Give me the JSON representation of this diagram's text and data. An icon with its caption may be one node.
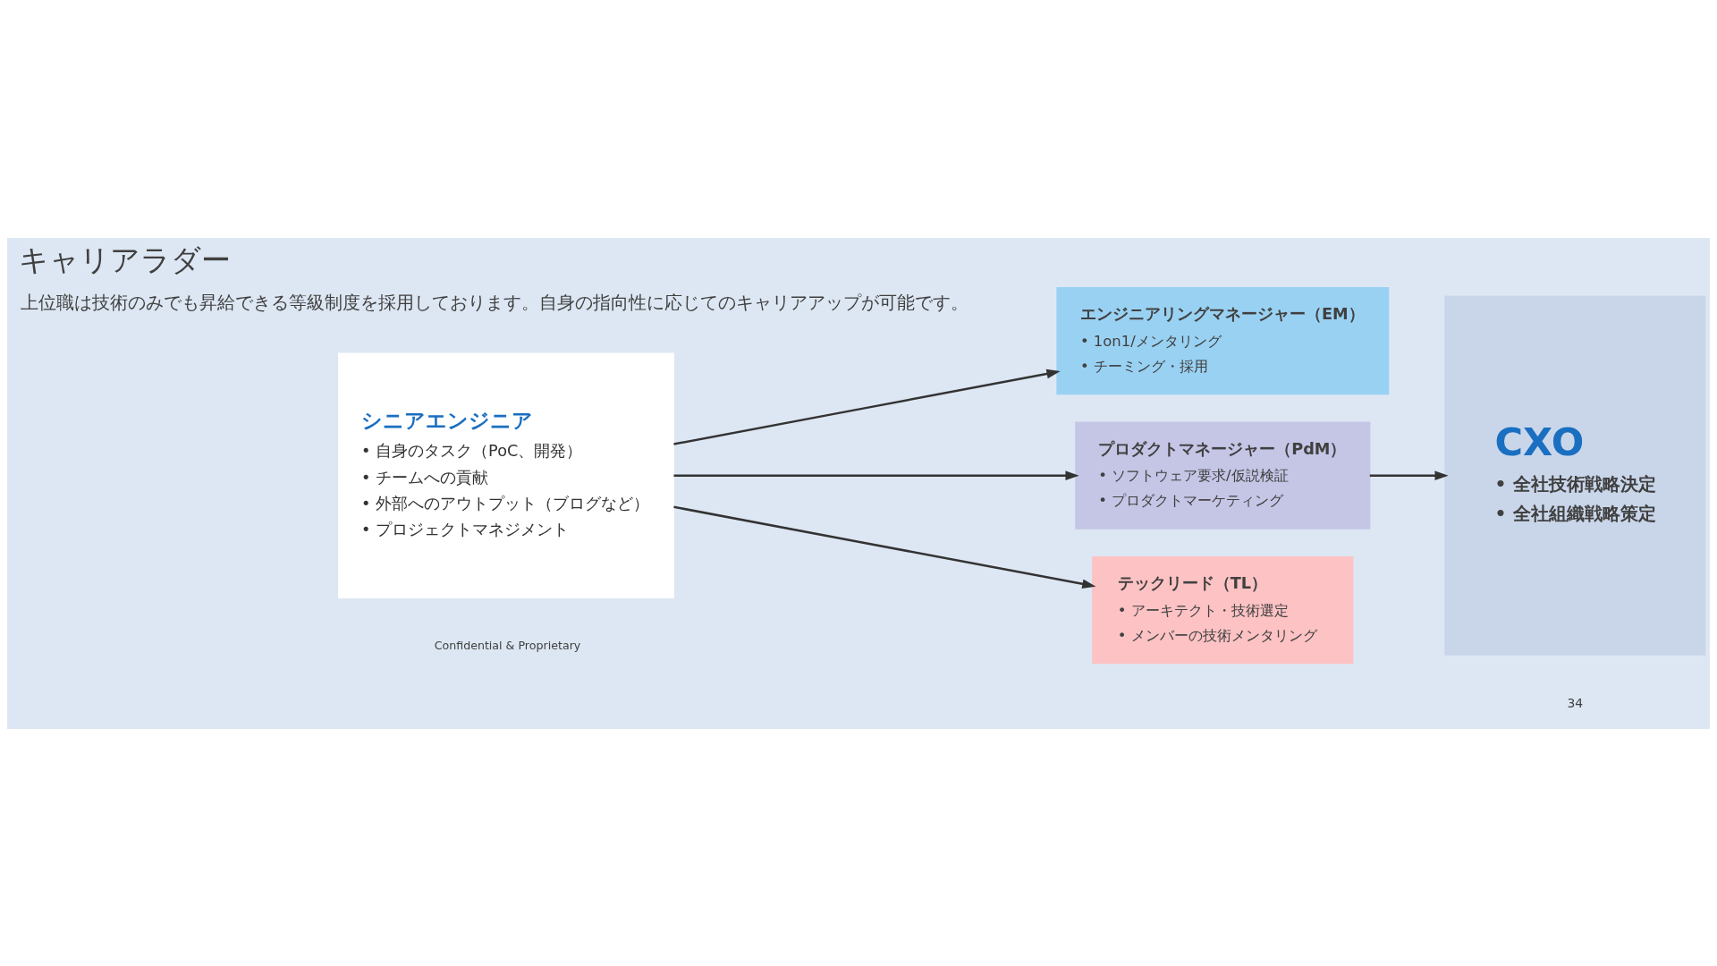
{
  "diagram": {
    "title": "キャリアラダー",
    "nodes": [
      {
        "text": [
          "シニアエンジニア",
          "• 自身のタスク（PoC、開発）",
          "• チームへの貢献",
          "• 外部へのアウトプット（ブログなど）",
          "• プロジェクトマネジメント"
        ]
      },
      {
        "text": [
          "エンジニアリングマネージャー（EM）",
          "• 1on1/メンタリング",
          "• チーミング・採用"
        ]
      },
      {
        "text": [
          "プロダクトマネージャー（PdM）",
          "• ソフトウェア要求/仮説検証",
          "• プロダクトマーケティング"
        ]
      },
      {
        "text": [
          "テックリード（TL）",
          "• アーキテクト・技術選定",
          "• メンバーの技術メンタリング"
        ]
      },
      {
        "text": [
          "CXO",
          "• 全社技術戦略決定",
          "• 全社組織戦略策定"
        ]
      }
    ],
    "edges": [
      {
        "from": 0,
        "to": 1,
        "arrow": "to"
      },
      {
        "from": 0,
        "to": 2,
        "arrow": "to"
      },
      {
        "from": 0,
        "to": 3,
        "arrow": "to"
      },
      {
        "from": 2,
        "to": 4,
        "arrow": "to"
      }
    ],
    "labels": [
      "上位職は技術のみでも昇給できる等級制度を採用しております。自身の指向性に応じてのキャリアアップが可能です。",
      "Confidential & Proprietary",
      "34"
    ]
  }
}
